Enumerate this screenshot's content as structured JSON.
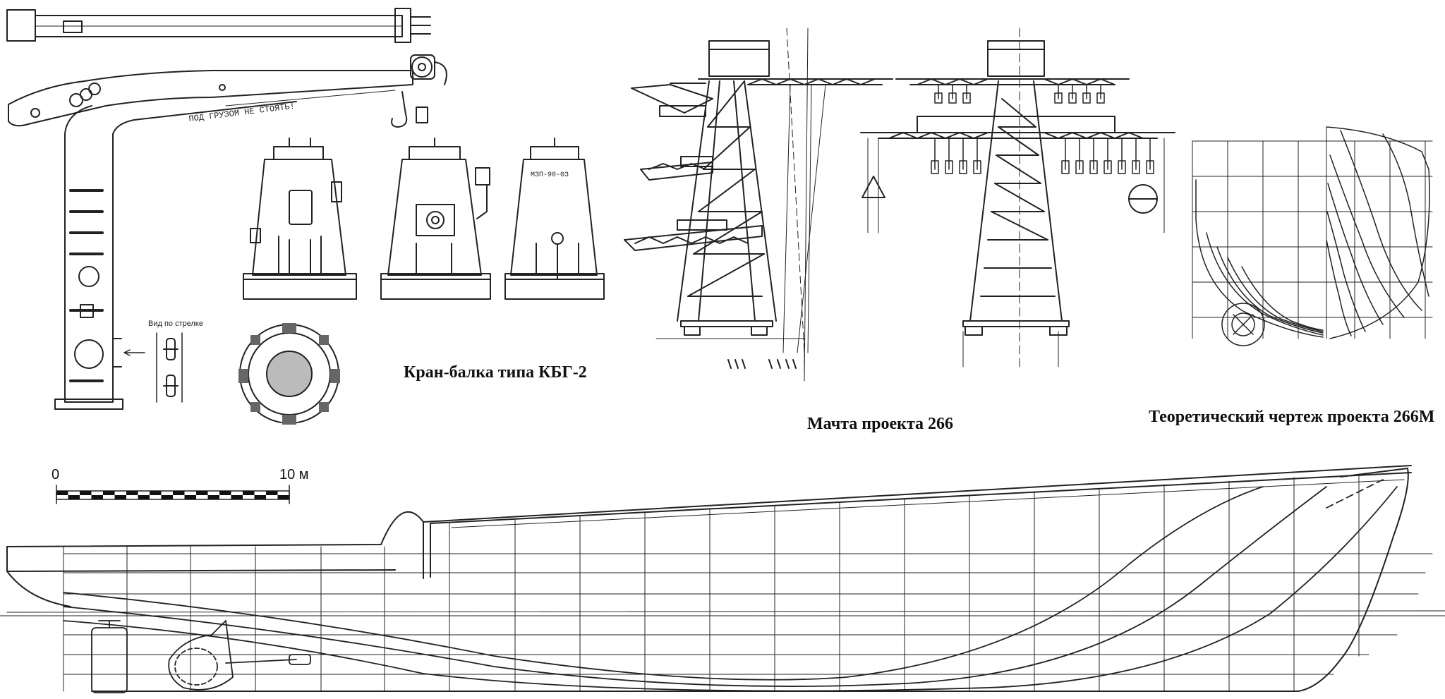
{
  "captions": {
    "davit": "Кран-балка типа КБГ-2",
    "mast": "Мачта проекта 266",
    "lines_plan": "Теоретический чертеж проекта 266М"
  },
  "scale_bar": {
    "start_label": "0",
    "end_label": "10 м",
    "divisions": 20
  },
  "davit_labels": {
    "warning": "ПОД ГРУЗОМ НЕ СТОЯТЬ!",
    "view_label": "Вид по стрелке",
    "plate_label": "МЗП-90-03"
  }
}
